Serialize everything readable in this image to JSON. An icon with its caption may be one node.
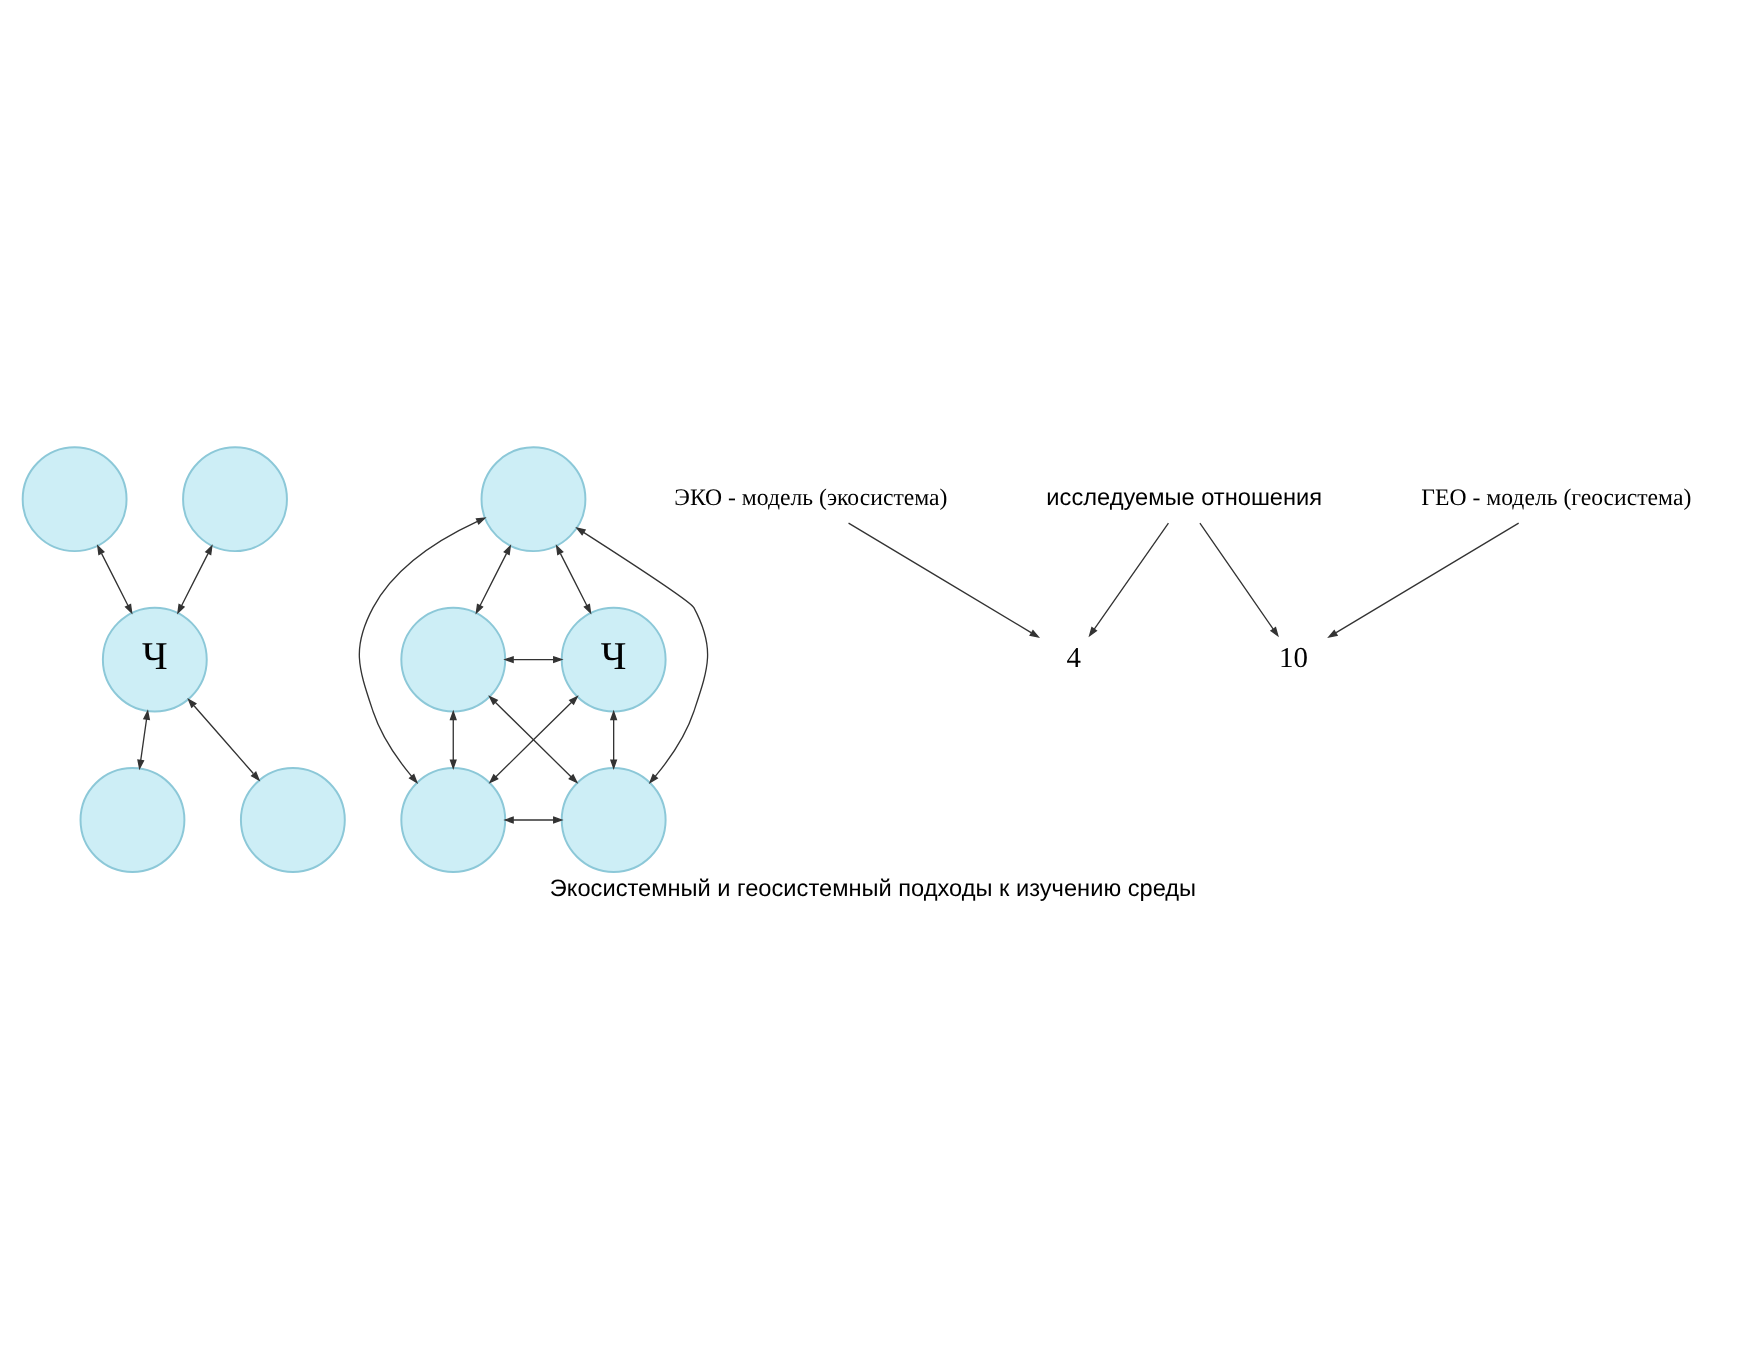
{
  "diagram": {
    "caption": "Экосистемный и геосистемный подходы к изучению среды",
    "nodes": [
      {
        "text": [],
        "shape": "circle"
      },
      {
        "text": [],
        "shape": "circle"
      },
      {
        "text": [
          "Ч"
        ]
      },
      {
        "text": [],
        "shape": "circle"
      },
      {
        "text": [],
        "shape": "circle"
      },
      {
        "text": [],
        "shape": "circle"
      },
      {
        "text": [],
        "shape": "circle"
      },
      {
        "text": [
          "Ч"
        ]
      },
      {
        "text": [],
        "shape": "circle"
      },
      {
        "text": [],
        "shape": "circle"
      },
      {
        "text": [
          "ЭКО - модель (экосистема)"
        ]
      },
      {
        "text": [
          "ГЕО - модель (геосистема)"
        ]
      },
      {
        "text": [
          "исследуемые отношения"
        ]
      },
      {
        "text": [
          "4"
        ]
      },
      {
        "text": [
          "10"
        ]
      }
    ],
    "edges": [
      {
        "from": 0,
        "to": 2,
        "arrow": "both"
      },
      {
        "from": 1,
        "to": 2,
        "arrow": "both"
      },
      {
        "from": 2,
        "to": 3,
        "arrow": "both"
      },
      {
        "from": 2,
        "to": 4,
        "arrow": "both"
      },
      {
        "from": 5,
        "to": 6,
        "arrow": "both"
      },
      {
        "from": 5,
        "to": 7,
        "arrow": "both"
      },
      {
        "from": 5,
        "to": 8,
        "arrow": "both"
      },
      {
        "from": 5,
        "to": 9,
        "arrow": "both"
      },
      {
        "from": 6,
        "to": 7,
        "arrow": "both"
      },
      {
        "from": 6,
        "to": 8,
        "arrow": "both"
      },
      {
        "from": 6,
        "to": 9,
        "arrow": "both"
      },
      {
        "from": 7,
        "to": 8,
        "arrow": "both"
      },
      {
        "from": 7,
        "to": 9,
        "arrow": "both"
      },
      {
        "from": 8,
        "to": 9,
        "arrow": "both"
      },
      {
        "from": 10,
        "to": 13,
        "arrow": "to"
      },
      {
        "from": 11,
        "to": 14,
        "arrow": "to"
      },
      {
        "from": 12,
        "to": 13,
        "arrow": "to"
      },
      {
        "from": 12,
        "to": 14,
        "arrow": "to"
      }
    ]
  }
}
